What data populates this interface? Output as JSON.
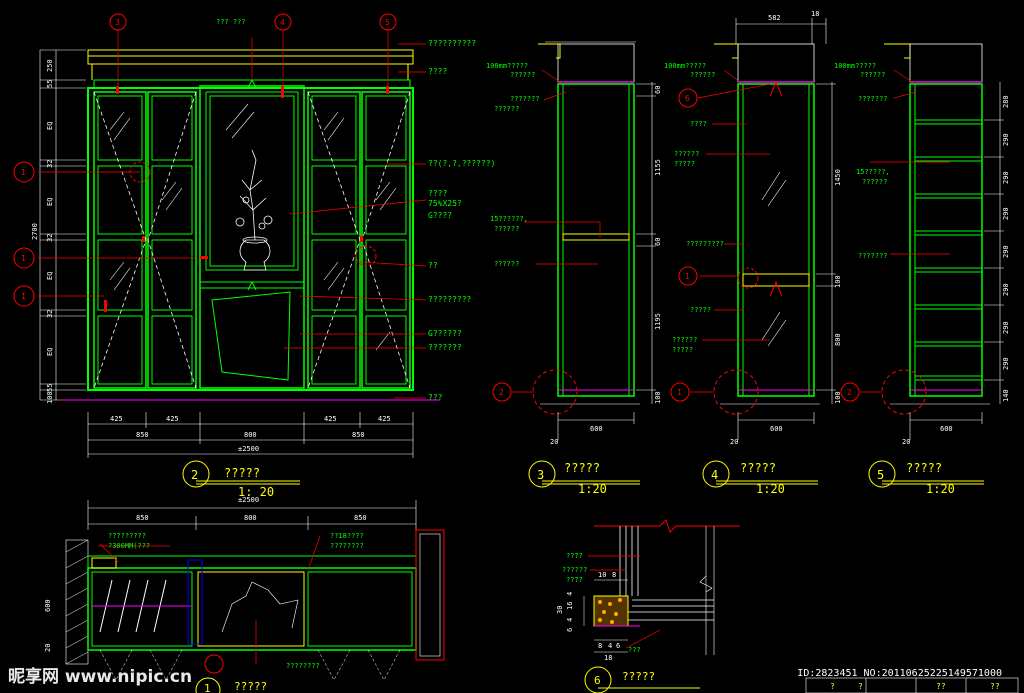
{
  "drawing": {
    "elevation_front": {
      "callouts_top": [
        "3",
        "4",
        "5"
      ],
      "callouts_left": [
        "1",
        "1",
        "1"
      ],
      "label_top_mid": "???\n???",
      "notes_right": [
        "??????????",
        "????",
        "??(?,?,??????)",
        "????",
        "75%X25?",
        "G????",
        "??",
        "?????????",
        "G??????",
        "???????",
        "???"
      ],
      "dims_left": [
        "250",
        "55",
        "EQ",
        "32",
        "EQ",
        "32",
        "EQ",
        "32",
        "EQ",
        "55",
        "100"
      ],
      "overall_height": "2700",
      "dims_bottom_row1": [
        "425",
        "425",
        "425",
        "425"
      ],
      "dims_bottom_row2": [
        "850",
        "800",
        "850"
      ],
      "overall_width": "±2500",
      "title_num": "2",
      "title_text": "?????",
      "scale": "1: 20"
    },
    "section3": {
      "notes": [
        "100mm?????",
        "??????",
        "???????",
        "??????",
        "15??????,",
        "??????",
        "??????"
      ],
      "dims_right": [
        "60",
        "1155",
        "60",
        "1195",
        "100"
      ],
      "dims_bottom": [
        "20",
        "600"
      ],
      "callout": "2",
      "title_num": "3",
      "title_text": "?????",
      "scale": "1:20"
    },
    "section4": {
      "top_dims": [
        "582",
        "18"
      ],
      "notes": [
        "100mm?????",
        "??????",
        "????",
        "??????",
        "?????",
        "?????????",
        "?????",
        "??????",
        "?????"
      ],
      "dims_right": [
        "1450",
        "100",
        "800",
        "100"
      ],
      "dims_bottom": [
        "20",
        "600"
      ],
      "callouts": [
        "6",
        "1",
        "1"
      ],
      "title_num": "4",
      "title_text": "?????",
      "scale": "1:20"
    },
    "section5": {
      "notes": [
        "100mm?????",
        "??????",
        "???????",
        "15?????,",
        "??????",
        "???????"
      ],
      "dims_right": [
        "280",
        "290",
        "290",
        "290",
        "290",
        "290",
        "290",
        "290",
        "140"
      ],
      "dims_bottom": [
        "20",
        "600"
      ],
      "callout": "2",
      "title_num": "5",
      "title_text": "?????",
      "scale": "1:20"
    },
    "plan": {
      "overall_width": "±2500",
      "dims_top": [
        "850",
        "800",
        "850"
      ],
      "notes": [
        "?????????",
        "?300MM(???",
        "??18????",
        "????????",
        "????????"
      ],
      "dims_left": [
        "600",
        "20"
      ],
      "title_num": "1",
      "title_text": "?????"
    },
    "detail6": {
      "notes": [
        "????",
        "??????",
        "????",
        "???"
      ],
      "dims": [
        "10",
        "8",
        "30",
        "16",
        "4",
        "4",
        "6",
        "8",
        "4",
        "6",
        "18"
      ],
      "title_num": "6",
      "title_text": "?????"
    }
  },
  "footer": {
    "watermark": "昵享网 www.nipic.cn",
    "id_text": "ID:2823451 NO:20110625225149571000",
    "table_cells": [
      "?",
      "?",
      "??",
      "??"
    ]
  },
  "colors": {
    "line": "#00ff00",
    "dim": "#ffffff",
    "accent": "#ff0000",
    "title": "#ffff00",
    "magenta": "#ff00ff"
  }
}
